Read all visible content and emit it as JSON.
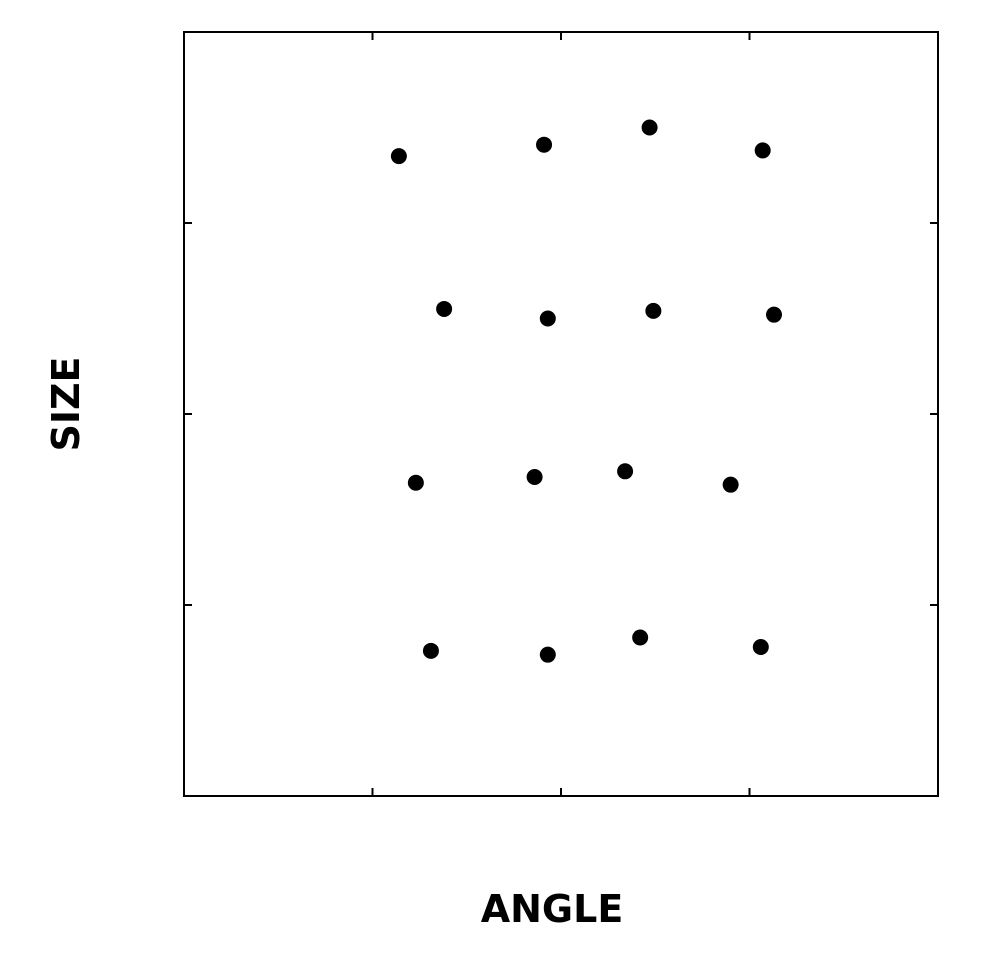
{
  "chart_data": {
    "type": "scatter",
    "title": "",
    "xlabel": "ANGLE",
    "ylabel": "SIZE",
    "xlim": [
      0,
      4
    ],
    "ylim": [
      0,
      4
    ],
    "x_ticks": [
      0,
      1,
      2,
      3,
      4
    ],
    "y_ticks": [
      0,
      1,
      2,
      3,
      4
    ],
    "tick_labels_shown": false,
    "grid": false,
    "legend": "none",
    "marker_color": "#000000",
    "points": [
      {
        "x": 1.14,
        "y": 3.35
      },
      {
        "x": 1.91,
        "y": 3.41
      },
      {
        "x": 2.47,
        "y": 3.5
      },
      {
        "x": 3.07,
        "y": 3.38
      },
      {
        "x": 1.38,
        "y": 2.55
      },
      {
        "x": 1.93,
        "y": 2.5
      },
      {
        "x": 2.49,
        "y": 2.54
      },
      {
        "x": 3.13,
        "y": 2.52
      },
      {
        "x": 1.23,
        "y": 1.64
      },
      {
        "x": 1.86,
        "y": 1.67
      },
      {
        "x": 2.34,
        "y": 1.7
      },
      {
        "x": 2.9,
        "y": 1.63
      },
      {
        "x": 1.31,
        "y": 0.76
      },
      {
        "x": 1.93,
        "y": 0.74
      },
      {
        "x": 2.42,
        "y": 0.83
      },
      {
        "x": 3.06,
        "y": 0.78
      }
    ]
  }
}
